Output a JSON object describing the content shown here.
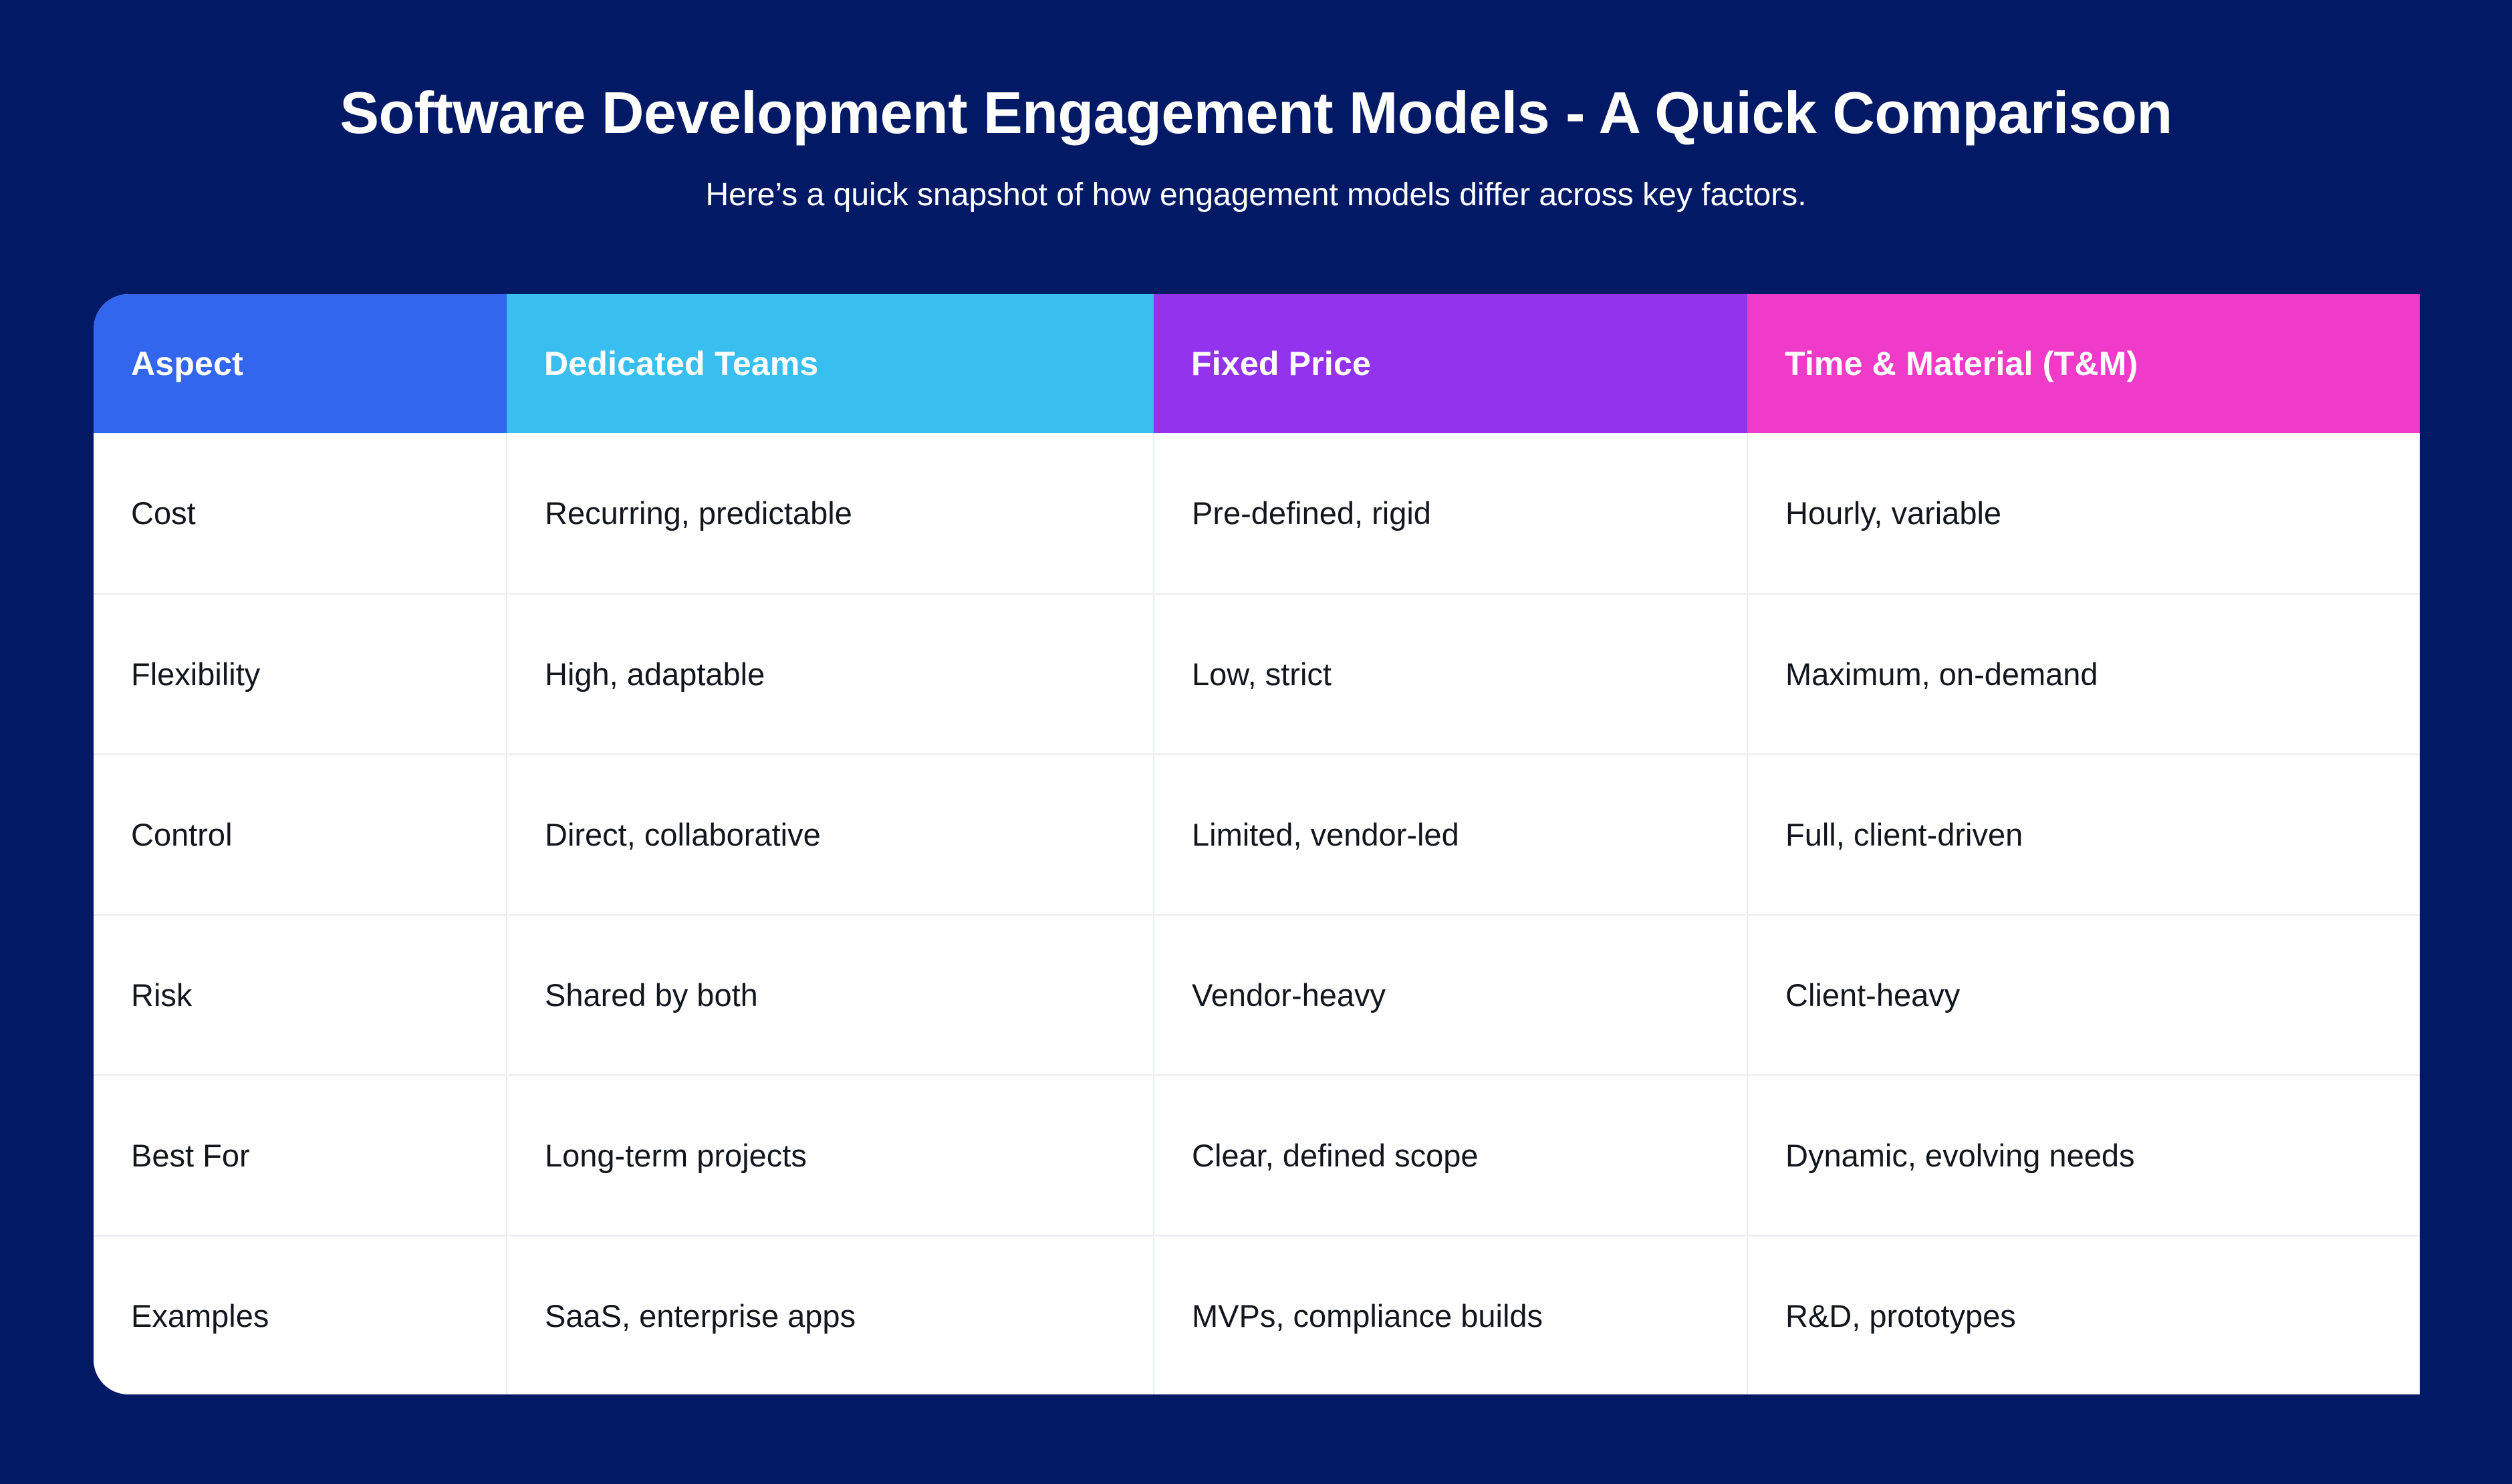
{
  "theme": {
    "background": "#021A66",
    "surface": "#FFFFFF",
    "text_dark": "#13161C",
    "text_light": "#FFFFFF",
    "grid_line": "#EEF0F4",
    "accent_aspect": "#3366EE",
    "accent_dedicated_teams": "#38BFF0",
    "accent_fixed_price": "#9333EE",
    "accent_time_material": "#F03AC8"
  },
  "header": {
    "title": "Software Development Engagement Models - A Quick Comparison",
    "subtitle": "Here’s a quick snapshot of how engagement models differ across key factors."
  },
  "table": {
    "columns": [
      {
        "label": "Aspect",
        "color": "#3366EE"
      },
      {
        "label": "Dedicated Teams",
        "color": "#38BFF0"
      },
      {
        "label": "Fixed Price",
        "color": "#9333EE"
      },
      {
        "label": "Time & Material (T&M)",
        "color": "#F03AC8"
      }
    ],
    "rows": [
      {
        "aspect": "Cost",
        "dedicated_teams": "Recurring, predictable",
        "fixed_price": "Pre-defined, rigid",
        "time_material": "Hourly, variable"
      },
      {
        "aspect": "Flexibility",
        "dedicated_teams": "High, adaptable",
        "fixed_price": "Low, strict",
        "time_material": "Maximum, on-demand"
      },
      {
        "aspect": "Control",
        "dedicated_teams": "Direct, collaborative",
        "fixed_price": "Limited, vendor-led",
        "time_material": "Full, client-driven"
      },
      {
        "aspect": "Risk",
        "dedicated_teams": "Shared by both",
        "fixed_price": "Vendor-heavy",
        "time_material": "Client-heavy"
      },
      {
        "aspect": "Best For",
        "dedicated_teams": "Long-term projects",
        "fixed_price": "Clear, defined scope",
        "time_material": "Dynamic, evolving needs"
      },
      {
        "aspect": "Examples",
        "dedicated_teams": "SaaS, enterprise apps",
        "fixed_price": "MVPs, compliance builds",
        "time_material": "R&D, prototypes"
      }
    ]
  }
}
